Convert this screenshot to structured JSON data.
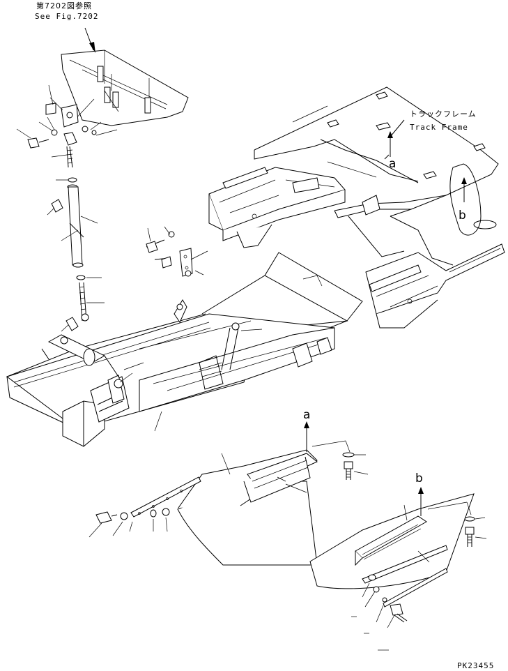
{
  "ref_japanese": "第7202図参照",
  "ref_english": "See Fig.7202",
  "track_frame_japanese": "トラックフレーム",
  "track_frame_english": "Track Frame",
  "callout_a_top": "a",
  "callout_b_top": "b",
  "callout_a_bottom": "a",
  "callout_b_bottom": "b",
  "drawing_number": "PK23455"
}
